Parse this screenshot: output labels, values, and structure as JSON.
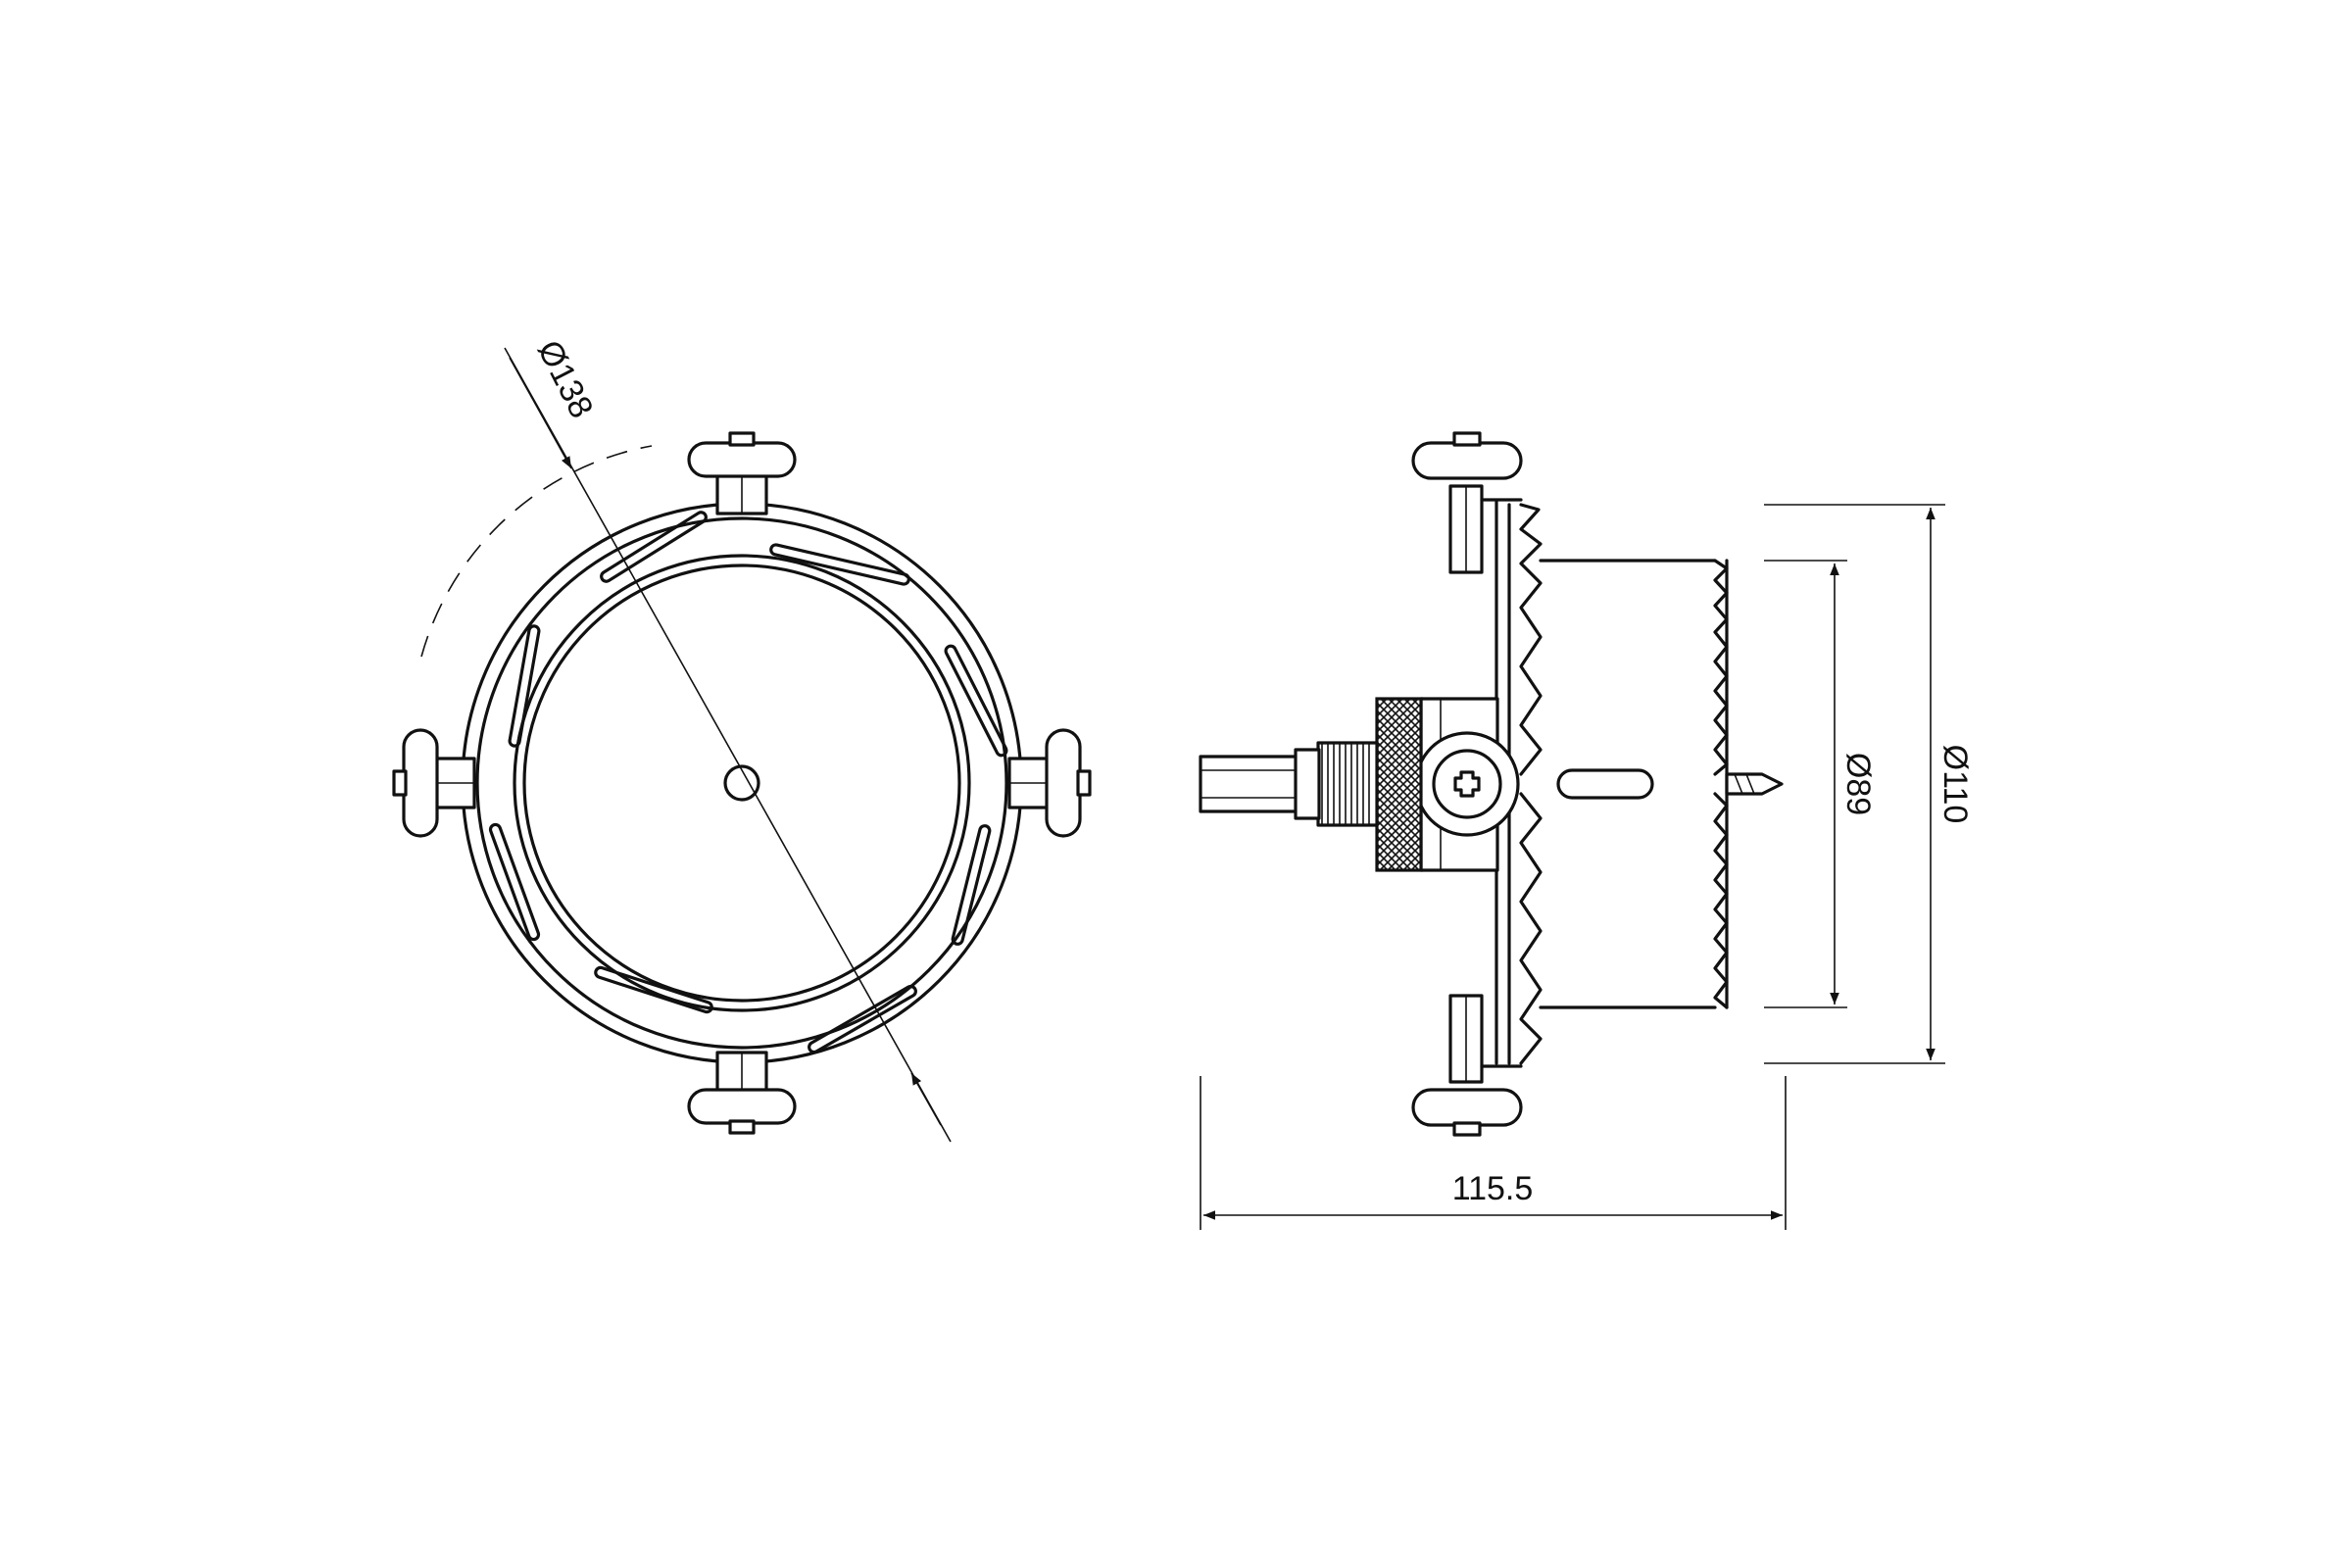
{
  "dimensions": {
    "outer_diameter_front": "Ø138",
    "overall_length": "115.5",
    "inner_saw_diameter": "Ø89",
    "outer_saw_diameter": "Ø110"
  },
  "colors": {
    "line": "#111111",
    "background": "#ffffff"
  }
}
